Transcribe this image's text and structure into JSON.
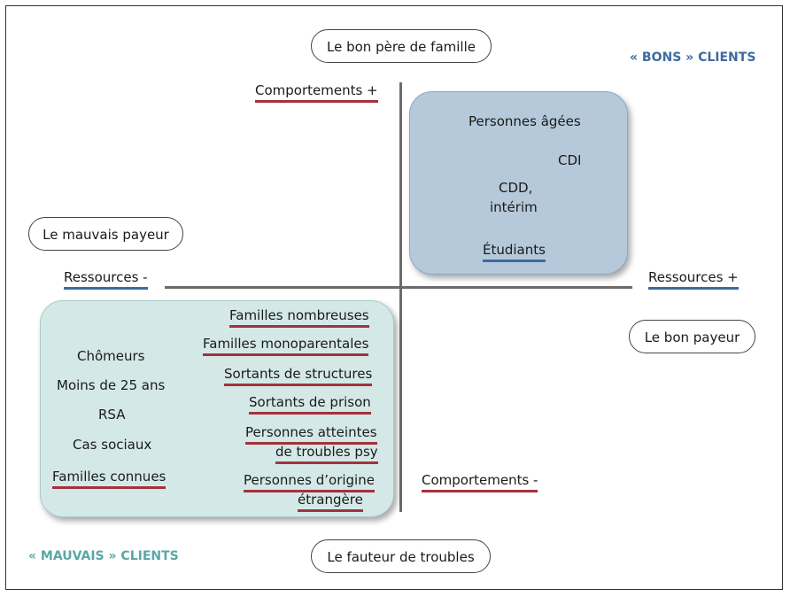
{
  "quadrant_titles": {
    "top": "Le bon père de famille",
    "left": "Le mauvais payeur",
    "right": "Le bon payeur",
    "bottom": "Le fauteur de troubles"
  },
  "clients": {
    "good": "« BONS » CLIENTS",
    "bad": "« MAUVAIS » CLIENTS",
    "good_color": "#3e6aa1",
    "bad_color": "#5aa6a6"
  },
  "axes": {
    "behavior_plus": "Comportements +",
    "behavior_minus": "Comportements -",
    "resources_minus": "Ressources -",
    "resources_plus": "Ressources +"
  },
  "good_box": {
    "items": [
      "Personnes âgées",
      "CDI",
      "CDD,",
      "intérim",
      "Étudiants"
    ]
  },
  "bad_box": {
    "left_items": [
      "Chômeurs",
      "Moins de 25 ans",
      "RSA",
      "Cas sociaux",
      "Familles connues"
    ],
    "right_items": [
      "Familles nombreuses",
      "Familles monoparentales",
      "Sortants de structures",
      "Sortants de prison",
      "Personnes atteintes",
      "de troubles psy",
      "Personnes d’origine",
      "étrangère"
    ]
  },
  "colors": {
    "underline_red": "#a3323d",
    "underline_blue": "#3e6aa1",
    "good_box_fill": "#b6c9da",
    "bad_box_fill": "#d4e9e7"
  }
}
